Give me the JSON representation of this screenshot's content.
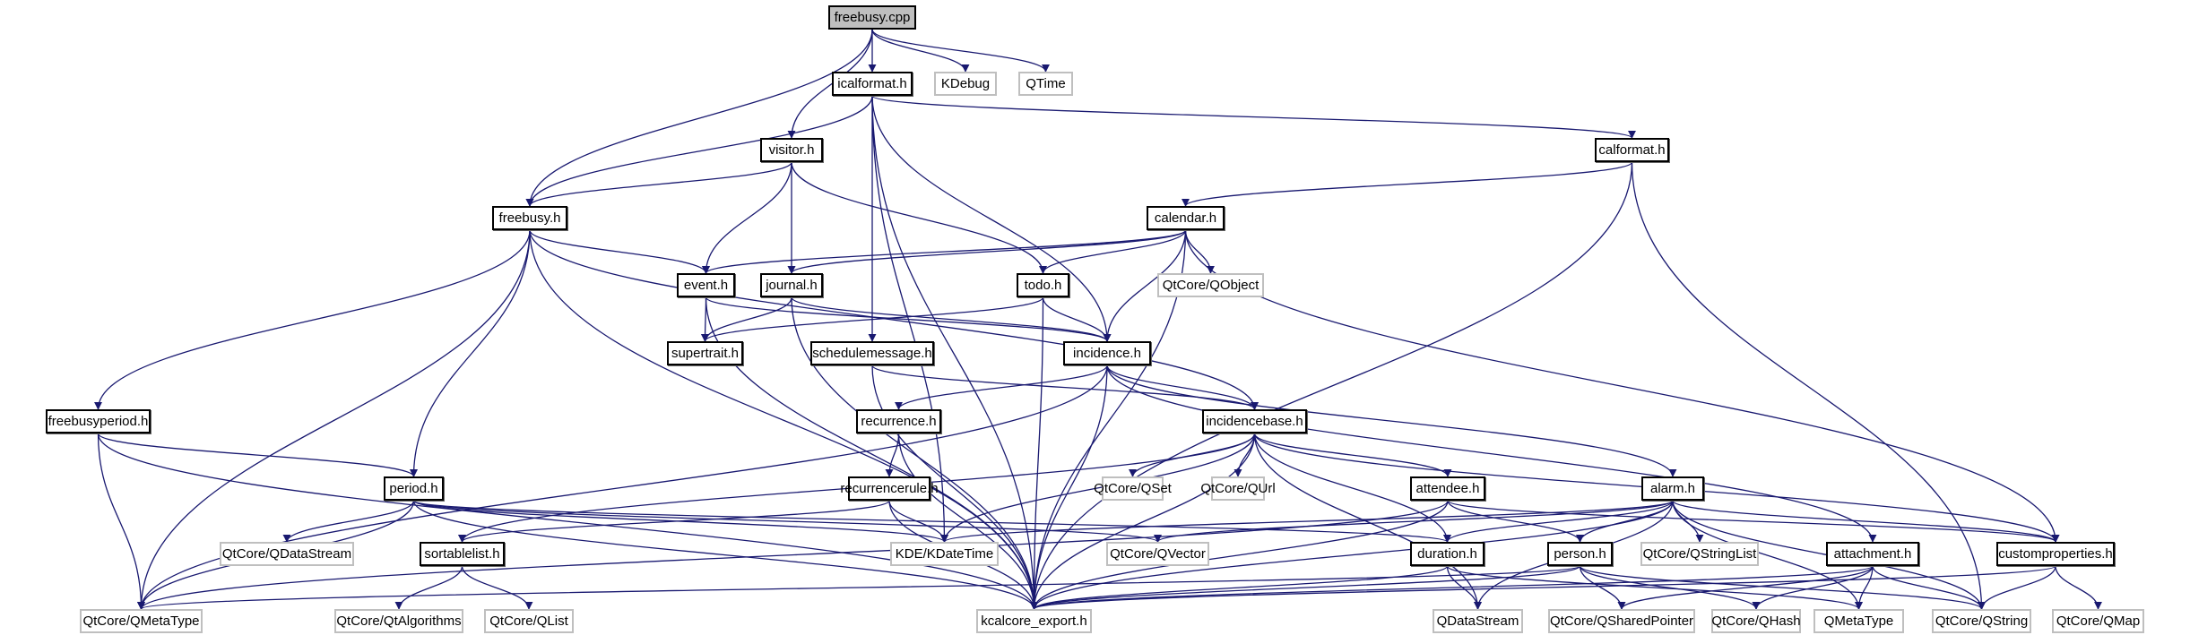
{
  "colors": {
    "edge": "#191970",
    "root_fill": "#bfbfbf",
    "external_border": "#bfbfbf",
    "node_border": "#000000"
  },
  "nodes": [
    {
      "id": "freebusy_cpp",
      "label": "freebusy.cpp",
      "kind": "root"
    },
    {
      "id": "icalformat_h",
      "label": "icalformat.h",
      "kind": "normal"
    },
    {
      "id": "KDebug",
      "label": "KDebug",
      "kind": "external"
    },
    {
      "id": "QTime",
      "label": "QTime",
      "kind": "external"
    },
    {
      "id": "visitor_h",
      "label": "visitor.h",
      "kind": "normal"
    },
    {
      "id": "calformat_h",
      "label": "calformat.h",
      "kind": "normal"
    },
    {
      "id": "freebusy_h",
      "label": "freebusy.h",
      "kind": "normal"
    },
    {
      "id": "calendar_h",
      "label": "calendar.h",
      "kind": "normal"
    },
    {
      "id": "event_h",
      "label": "event.h",
      "kind": "normal"
    },
    {
      "id": "journal_h",
      "label": "journal.h",
      "kind": "normal"
    },
    {
      "id": "todo_h",
      "label": "todo.h",
      "kind": "normal"
    },
    {
      "id": "QObject",
      "label": "QtCore/QObject",
      "kind": "external"
    },
    {
      "id": "supertrait_h",
      "label": "supertrait.h",
      "kind": "normal"
    },
    {
      "id": "schedulemessage_h",
      "label": "schedulemessage.h",
      "kind": "normal"
    },
    {
      "id": "incidence_h",
      "label": "incidence.h",
      "kind": "normal"
    },
    {
      "id": "freebusyperiod_h",
      "label": "freebusyperiod.h",
      "kind": "normal"
    },
    {
      "id": "recurrence_h",
      "label": "recurrence.h",
      "kind": "normal"
    },
    {
      "id": "incidencebase_h",
      "label": "incidencebase.h",
      "kind": "normal"
    },
    {
      "id": "period_h",
      "label": "period.h",
      "kind": "normal"
    },
    {
      "id": "recurrencerule_h",
      "label": "recurrencerule.h",
      "kind": "normal"
    },
    {
      "id": "QSet",
      "label": "QtCore/QSet",
      "kind": "external"
    },
    {
      "id": "QUrl",
      "label": "QtCore/QUrl",
      "kind": "external"
    },
    {
      "id": "attendee_h",
      "label": "attendee.h",
      "kind": "normal"
    },
    {
      "id": "alarm_h",
      "label": "alarm.h",
      "kind": "normal"
    },
    {
      "id": "QtCore_QDataStream",
      "label": "QtCore/QDataStream",
      "kind": "external"
    },
    {
      "id": "sortablelist_h",
      "label": "sortablelist.h",
      "kind": "normal"
    },
    {
      "id": "KDateTime",
      "label": "KDE/KDateTime",
      "kind": "external"
    },
    {
      "id": "QVector",
      "label": "QtCore/QVector",
      "kind": "external"
    },
    {
      "id": "duration_h",
      "label": "duration.h",
      "kind": "normal"
    },
    {
      "id": "person_h",
      "label": "person.h",
      "kind": "normal"
    },
    {
      "id": "QStringList",
      "label": "QtCore/QStringList",
      "kind": "external"
    },
    {
      "id": "attachment_h",
      "label": "attachment.h",
      "kind": "normal"
    },
    {
      "id": "customproperties_h",
      "label": "customproperties.h",
      "kind": "normal"
    },
    {
      "id": "QtCore_QMetaType",
      "label": "QtCore/QMetaType",
      "kind": "external"
    },
    {
      "id": "QtAlgorithms",
      "label": "QtCore/QtAlgorithms",
      "kind": "external"
    },
    {
      "id": "QList",
      "label": "QtCore/QList",
      "kind": "external"
    },
    {
      "id": "kcalcore_export_h",
      "label": "kcalcore_export.h",
      "kind": "external"
    },
    {
      "id": "QDataStream",
      "label": "QDataStream",
      "kind": "external"
    },
    {
      "id": "QSharedPointer",
      "label": "QtCore/QSharedPointer",
      "kind": "external"
    },
    {
      "id": "QHash",
      "label": "QtCore/QHash",
      "kind": "external"
    },
    {
      "id": "QMetaType",
      "label": "QMetaType",
      "kind": "external"
    },
    {
      "id": "QString",
      "label": "QtCore/QString",
      "kind": "external"
    },
    {
      "id": "QMap",
      "label": "QtCore/QMap",
      "kind": "external"
    }
  ],
  "edges": [
    [
      "freebusy_cpp",
      "freebusy_h"
    ],
    [
      "freebusy_cpp",
      "visitor_h"
    ],
    [
      "freebusy_cpp",
      "icalformat_h"
    ],
    [
      "freebusy_cpp",
      "KDebug"
    ],
    [
      "freebusy_cpp",
      "QTime"
    ],
    [
      "icalformat_h",
      "freebusy_h"
    ],
    [
      "icalformat_h",
      "kcalcore_export_h"
    ],
    [
      "icalformat_h",
      "schedulemessage_h"
    ],
    [
      "icalformat_h",
      "KDateTime"
    ],
    [
      "icalformat_h",
      "calformat_h"
    ],
    [
      "icalformat_h",
      "incidence_h"
    ],
    [
      "visitor_h",
      "freebusy_h"
    ],
    [
      "visitor_h",
      "event_h"
    ],
    [
      "visitor_h",
      "journal_h"
    ],
    [
      "visitor_h",
      "todo_h"
    ],
    [
      "calformat_h",
      "calendar_h"
    ],
    [
      "calformat_h",
      "kcalcore_export_h"
    ],
    [
      "calformat_h",
      "QString"
    ],
    [
      "freebusy_h",
      "QtCore_QMetaType"
    ],
    [
      "freebusy_h",
      "freebusyperiod_h"
    ],
    [
      "freebusy_h",
      "period_h"
    ],
    [
      "freebusy_h",
      "kcalcore_export_h"
    ],
    [
      "freebusy_h",
      "event_h"
    ],
    [
      "freebusy_h",
      "incidencebase_h"
    ],
    [
      "calendar_h",
      "event_h"
    ],
    [
      "calendar_h",
      "journal_h"
    ],
    [
      "calendar_h",
      "todo_h"
    ],
    [
      "calendar_h",
      "QObject"
    ],
    [
      "calendar_h",
      "incidence_h"
    ],
    [
      "calendar_h",
      "kcalcore_export_h"
    ],
    [
      "calendar_h",
      "customproperties_h"
    ],
    [
      "event_h",
      "supertrait_h"
    ],
    [
      "event_h",
      "incidence_h"
    ],
    [
      "event_h",
      "kcalcore_export_h"
    ],
    [
      "journal_h",
      "supertrait_h"
    ],
    [
      "journal_h",
      "incidence_h"
    ],
    [
      "journal_h",
      "kcalcore_export_h"
    ],
    [
      "todo_h",
      "supertrait_h"
    ],
    [
      "todo_h",
      "incidence_h"
    ],
    [
      "todo_h",
      "kcalcore_export_h"
    ],
    [
      "schedulemessage_h",
      "incidencebase_h"
    ],
    [
      "schedulemessage_h",
      "kcalcore_export_h"
    ],
    [
      "incidence_h",
      "recurrence_h"
    ],
    [
      "incidence_h",
      "incidencebase_h"
    ],
    [
      "incidence_h",
      "QtCore_QMetaType"
    ],
    [
      "incidence_h",
      "kcalcore_export_h"
    ],
    [
      "incidence_h",
      "alarm_h"
    ],
    [
      "incidence_h",
      "attachment_h"
    ],
    [
      "freebusyperiod_h",
      "period_h"
    ],
    [
      "freebusyperiod_h",
      "QtCore_QMetaType"
    ],
    [
      "freebusyperiod_h",
      "kcalcore_export_h"
    ],
    [
      "recurrence_h",
      "recurrencerule_h"
    ],
    [
      "recurrence_h",
      "kcalcore_export_h"
    ],
    [
      "incidencebase_h",
      "QSet"
    ],
    [
      "incidencebase_h",
      "QUrl"
    ],
    [
      "incidencebase_h",
      "attendee_h"
    ],
    [
      "incidencebase_h",
      "sortablelist_h"
    ],
    [
      "incidencebase_h",
      "KDateTime"
    ],
    [
      "incidencebase_h",
      "duration_h"
    ],
    [
      "incidencebase_h",
      "QDataStream"
    ],
    [
      "incidencebase_h",
      "customproperties_h"
    ],
    [
      "incidencebase_h",
      "kcalcore_export_h"
    ],
    [
      "period_h",
      "QtCore_QDataStream"
    ],
    [
      "period_h",
      "QtCore_QMetaType"
    ],
    [
      "period_h",
      "kcalcore_export_h"
    ],
    [
      "period_h",
      "KDateTime"
    ],
    [
      "period_h",
      "QVector"
    ],
    [
      "period_h",
      "duration_h"
    ],
    [
      "recurrencerule_h",
      "sortablelist_h"
    ],
    [
      "recurrencerule_h",
      "KDateTime"
    ],
    [
      "recurrencerule_h",
      "kcalcore_export_h"
    ],
    [
      "attendee_h",
      "person_h"
    ],
    [
      "attendee_h",
      "customproperties_h"
    ],
    [
      "attendee_h",
      "kcalcore_export_h"
    ],
    [
      "attendee_h",
      "QtCore_QMetaType"
    ],
    [
      "alarm_h",
      "KDateTime"
    ],
    [
      "alarm_h",
      "QVector"
    ],
    [
      "alarm_h",
      "duration_h"
    ],
    [
      "alarm_h",
      "person_h"
    ],
    [
      "alarm_h",
      "QStringList"
    ],
    [
      "alarm_h",
      "customproperties_h"
    ],
    [
      "alarm_h",
      "kcalcore_export_h"
    ],
    [
      "alarm_h",
      "QDataStream"
    ],
    [
      "alarm_h",
      "QMetaType"
    ],
    [
      "alarm_h",
      "QString"
    ],
    [
      "sortablelist_h",
      "QtAlgorithms"
    ],
    [
      "sortablelist_h",
      "QList"
    ],
    [
      "duration_h",
      "QDataStream"
    ],
    [
      "duration_h",
      "kcalcore_export_h"
    ],
    [
      "duration_h",
      "QMetaType"
    ],
    [
      "person_h",
      "kcalcore_export_h"
    ],
    [
      "person_h",
      "QSharedPointer"
    ],
    [
      "person_h",
      "QHash"
    ],
    [
      "person_h",
      "QString"
    ],
    [
      "person_h",
      "QtCore_QMetaType"
    ],
    [
      "attachment_h",
      "kcalcore_export_h"
    ],
    [
      "attachment_h",
      "QHash"
    ],
    [
      "attachment_h",
      "QMetaType"
    ],
    [
      "attachment_h",
      "QString"
    ],
    [
      "attachment_h",
      "QSharedPointer"
    ],
    [
      "customproperties_h",
      "kcalcore_export_h"
    ],
    [
      "customproperties_h",
      "QString"
    ],
    [
      "customproperties_h",
      "QMap"
    ]
  ]
}
